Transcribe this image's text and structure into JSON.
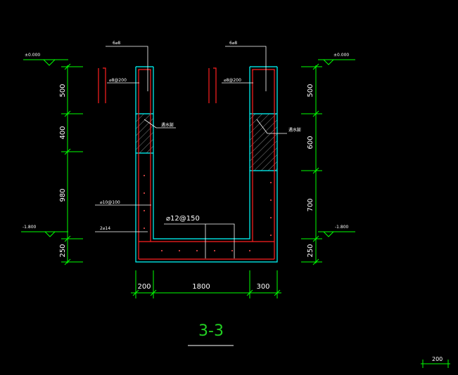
{
  "section_title": "3-3",
  "scale_bar_label": "200",
  "left_elevations": {
    "top": "±0.000",
    "bottom": "-1.800"
  },
  "right_elevations": {
    "top": "±0.000",
    "bottom": "-1.800"
  },
  "left_dims": [
    "500",
    "400",
    "980",
    "250"
  ],
  "right_dims": [
    "500",
    "600",
    "700",
    "250"
  ],
  "bottom_dims": [
    "200",
    "1800",
    "300"
  ],
  "rebar_labels": {
    "left_top": "6⌀8",
    "right_top": "6⌀8",
    "left_stirrup": "⌀8@200",
    "right_stirrup": "⌀8@200",
    "left_waterstop": "遇水膨",
    "right_waterstop": "遇水膨",
    "wall_bars": "⌀10@100",
    "corner_bars": "2⌀14",
    "base_bars": "⌀12@150"
  },
  "colors": {
    "background": "#000000",
    "outline": "#00ffff",
    "rebar": "#ff2020",
    "dimension": "#00ff00",
    "text": "#ffffff",
    "title": "#22d022"
  }
}
